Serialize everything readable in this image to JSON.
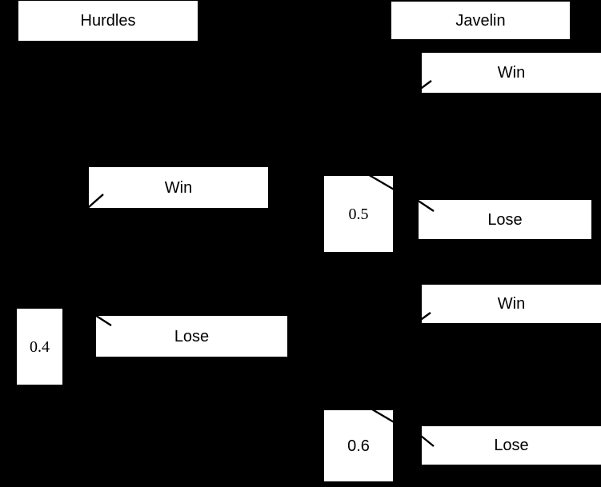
{
  "colors": {
    "background": "#000000",
    "box": "#ffffff",
    "text": "#000000",
    "line": "#000000"
  },
  "headers": {
    "hurdles": "Hurdles",
    "javelin": "Javelin"
  },
  "tree": {
    "hurdles": {
      "win": {
        "label": "Win"
      },
      "lose": {
        "label": "Lose",
        "probability": "0.4"
      }
    },
    "javelin_after_win": {
      "win": {
        "label": "Win"
      },
      "lose": {
        "label": "Lose",
        "probability": "0.5"
      }
    },
    "javelin_after_lose": {
      "win": {
        "label": "Win"
      },
      "lose": {
        "label": "Lose",
        "probability": "0.6"
      }
    }
  }
}
